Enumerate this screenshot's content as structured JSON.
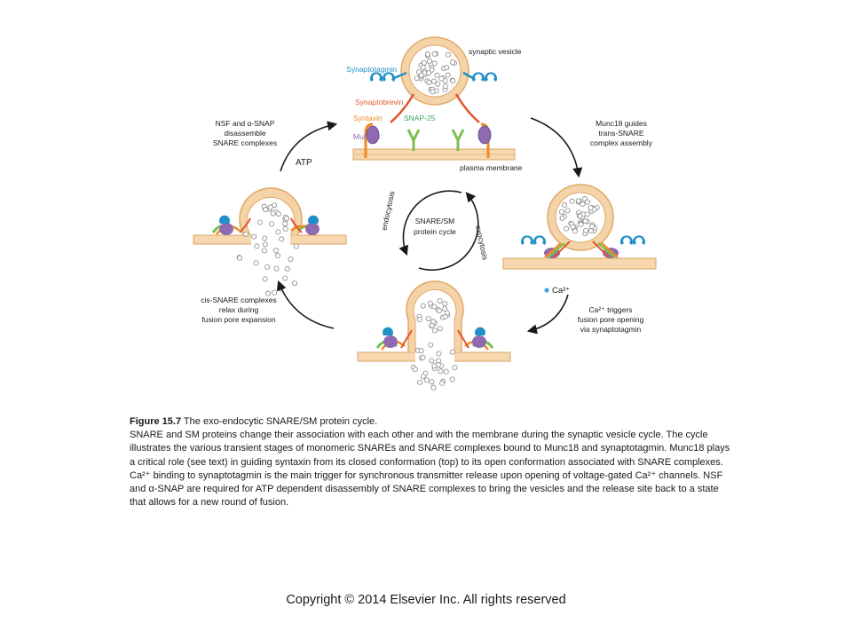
{
  "diagram": {
    "center_label": "SNARE/SM protein cycle",
    "arc_left_label": "endocytosis",
    "arc_right_label": "exocytosis",
    "top_panel": {
      "synaptotagmin": "Synaptotagmin",
      "synaptic_vesicle": "synaptic vesicle",
      "synaptobrevin": "Synaptobrevin",
      "syntaxin": "Syntaxin",
      "snap25": "SNAP-25",
      "munc18": "Munc18",
      "plasma_membrane": "plasma membrane"
    },
    "step_top_left": [
      "NSF and α-SNAP",
      "disassemble",
      "SNARE complexes"
    ],
    "atp": "ATP",
    "step_top_right": [
      "Munc18 guides",
      "trans-SNARE",
      "complex assembly"
    ],
    "ca": "Ca²⁺",
    "step_bottom_right": [
      "Ca²⁺ triggers",
      "fusion pore opening",
      "via synaptotagmin"
    ],
    "step_bottom_left": [
      "cis-SNARE complexes",
      "relax during",
      "fusion pore expansion"
    ]
  },
  "colors": {
    "synaptotagmin": "#1f8fc7",
    "synaptobrevin": "#e0562e",
    "syntaxin": "#f08a24",
    "snap25": "#7cbf4c",
    "munc18": "#8e6bb0",
    "vesicle_outer": "#f4d3a8",
    "membrane": "#f7d7ad"
  },
  "caption": {
    "title": "Figure 15.7",
    "title_rest": " The exo-endocytic SNARE/SM protein cycle.",
    "body": "SNARE and SM proteins change their association with each other and with the membrane during the synaptic vesicle cycle. The cycle illustrates the various transient stages of monomeric SNAREs and SNARE complexes bound to Munc18 and synaptotagmin. Munc18 plays a critical role (see text) in guiding syntaxin from its closed conformation (top) to its open conformation associated with SNARE complexes. Ca²⁺ binding to synaptotagmin is the main trigger for synchronous transmitter release upon opening of voltage-gated Ca²⁺ channels. NSF and α-SNAP are required for ATP dependent disassembly of SNARE complexes to bring the vesicles and the release site back to a state that allows for a new round of fusion."
  },
  "copyright": "Copyright © 2014 Elsevier Inc. All rights reserved"
}
